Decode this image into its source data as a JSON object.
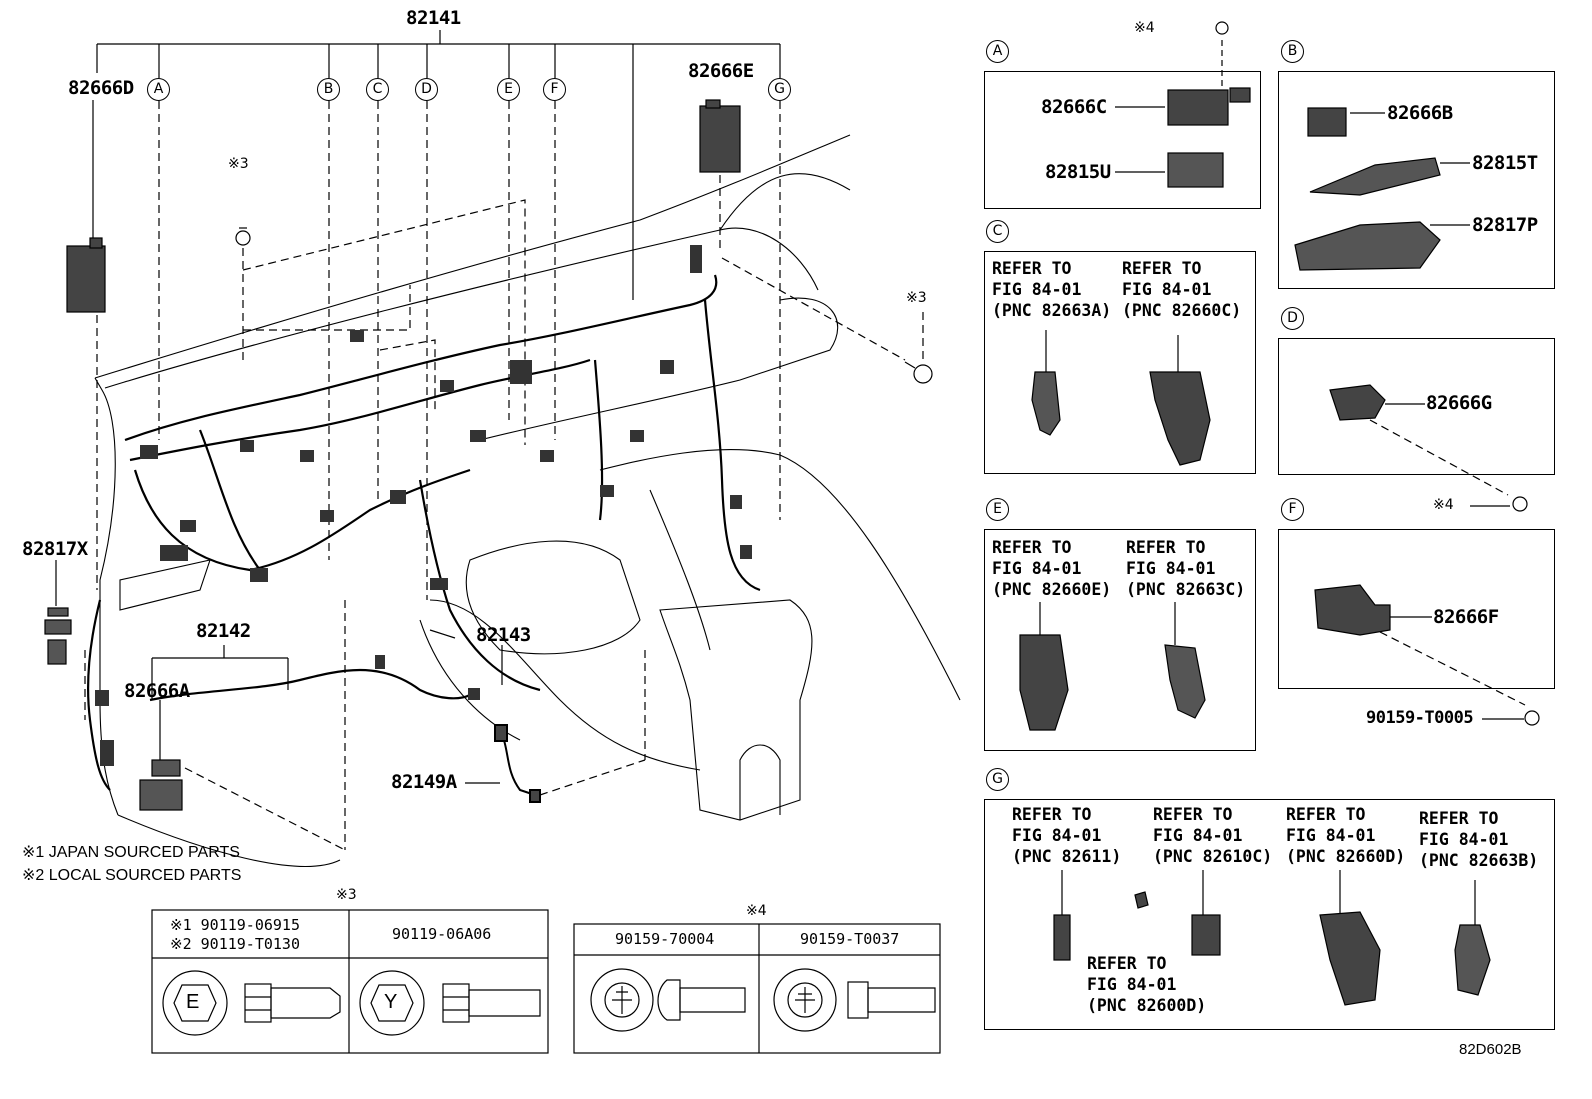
{
  "main": {
    "harness_main": "82141",
    "harness_sub1": "82142",
    "harness_sub2": "82143",
    "part_82666D": "82666D",
    "part_82666E": "82666E",
    "part_82817X": "82817X",
    "part_82666A": "82666A",
    "part_82149A": "82149A",
    "mark3_a": "※3",
    "mark3_b": "※3",
    "callouts": [
      "A",
      "B",
      "C",
      "D",
      "E",
      "F",
      "G"
    ]
  },
  "notes": {
    "note1": "※1 JAPAN SOURCED PARTS",
    "note2": "※2 LOCAL SOURCED PARTS"
  },
  "bolt_table3": {
    "title": "※3",
    "c1_line1": "※1  90119-06915",
    "c1_line2": "※2  90119-T0130",
    "c2": "90119-06A06",
    "c1_letter": "E",
    "c2_letter": "Y"
  },
  "bolt_table4": {
    "title": "※4",
    "c1": "90159-70004",
    "c2": "90159-T0037"
  },
  "details": {
    "A": {
      "label": "A",
      "mark": "※4",
      "parts": [
        "82666C",
        "82815U"
      ]
    },
    "B": {
      "label": "B",
      "parts": [
        "82666B",
        "82815T",
        "82817P"
      ]
    },
    "C": {
      "label": "C",
      "refs": [
        "REFER TO\nFIG 84-01\n(PNC 82663A)",
        "REFER TO\nFIG 84-01\n(PNC 82660C)"
      ]
    },
    "D": {
      "label": "D",
      "parts": [
        "82666G"
      ],
      "mark": "※4"
    },
    "E": {
      "label": "E",
      "refs": [
        "REFER TO\nFIG 84-01\n(PNC 82660E)",
        "REFER TO\nFIG 84-01\n(PNC 82663C)"
      ]
    },
    "F": {
      "label": "F",
      "parts": [
        "82666F"
      ],
      "bolt": "90159-T0005"
    },
    "G": {
      "label": "G",
      "refs": [
        "REFER TO\nFIG 84-01\n(PNC 82611)",
        "REFER TO\nFIG 84-01\n(PNC 82610C)",
        "REFER TO\nFIG 84-01\n(PNC 82660D)",
        "REFER TO\nFIG 84-01\n(PNC 82663B)",
        "REFER TO\nFIG 84-01\n(PNC 82600D)"
      ]
    }
  },
  "figure_code": "82D602B"
}
